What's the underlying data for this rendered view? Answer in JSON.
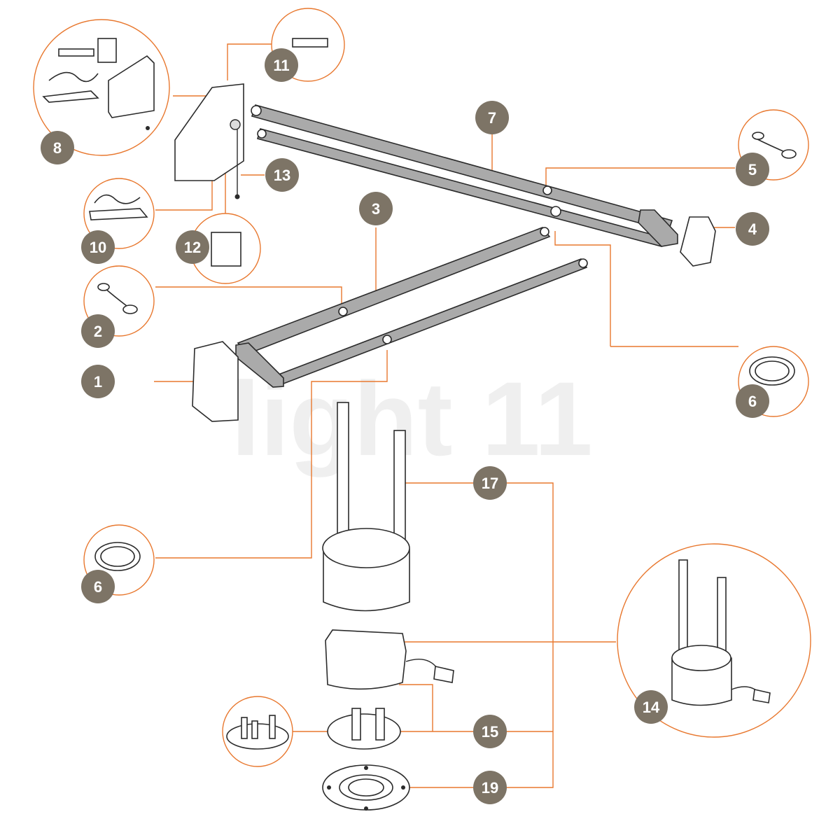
{
  "watermark": "light 11",
  "colors": {
    "accent": "#e8782f",
    "badge": "#7d7466",
    "arm": "#aaaaaa",
    "line": "#2b2b2b"
  },
  "callouts": [
    {
      "id": "1",
      "label": "1"
    },
    {
      "id": "2",
      "label": "2"
    },
    {
      "id": "3",
      "label": "3"
    },
    {
      "id": "4",
      "label": "4"
    },
    {
      "id": "5",
      "label": "5"
    },
    {
      "id": "6a",
      "label": "6"
    },
    {
      "id": "6b",
      "label": "6"
    },
    {
      "id": "7",
      "label": "7"
    },
    {
      "id": "8",
      "label": "8"
    },
    {
      "id": "10",
      "label": "10"
    },
    {
      "id": "11",
      "label": "11"
    },
    {
      "id": "12",
      "label": "12"
    },
    {
      "id": "13",
      "label": "13"
    },
    {
      "id": "14",
      "label": "14"
    },
    {
      "id": "15",
      "label": "15"
    },
    {
      "id": "17",
      "label": "17"
    },
    {
      "id": "19",
      "label": "19"
    }
  ]
}
